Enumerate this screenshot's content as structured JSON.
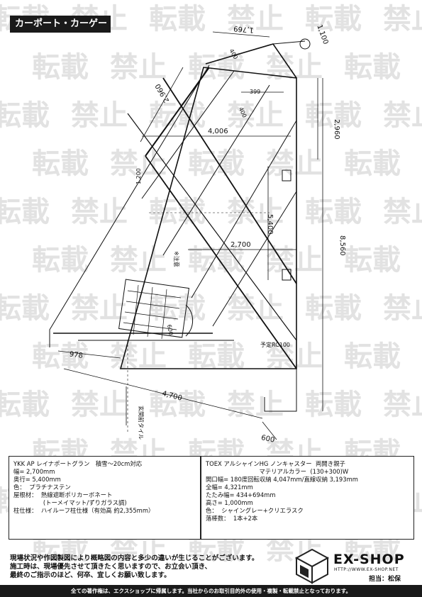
{
  "header": {
    "title": "カーポート・カーゲート"
  },
  "watermark": {
    "chars": [
      "転",
      "載",
      "禁",
      "止"
    ]
  },
  "plan": {
    "dims": {
      "d1769": "1,769",
      "d1100": "1,100",
      "d2960a": "2,960",
      "d399": "399",
      "d400": "400",
      "d4006": "4,006",
      "d2960b": "2,960",
      "d5400": "5,400",
      "d8560": "8,560",
      "d2700": "2,700",
      "d978": "978",
      "d4700": "4,700",
      "d600": "600",
      "d1200": "1,200",
      "d600b": "600",
      "d400b": "400"
    },
    "notes": {
      "caution": "※注意",
      "rc": "予定RC100",
      "entrance": "玄関前タイル"
    }
  },
  "spec_left": {
    "lines": [
      "YKK AP レイナポートグラン　積雪〜20cm対応",
      "幅= 2,700mm",
      "奥行= 5,400mm",
      "色：  プラチナステン",
      "屋根材：  熱線遮断ポリカーボネート",
      "　　　　　(トーメイマット/ずりガラス調)",
      "柱仕様：  ハイルーフ柱仕様（有効高 約2,355mm）"
    ]
  },
  "spec_right": {
    "lines": [
      "TOEX アルシャインHG ノンキャスター  両開き親子",
      "　　　　　　　　　マテリアルカラー  (130+300)W",
      "開口幅= 180度回転収納 4,047mm/直線収納 3,193mm",
      "全幅= 4,321mm",
      "たたみ幅= 434+694mm",
      "高さ= 1,000mm",
      "色：  シャイングレー+クリエラスク",
      "落棒数：  1本+2本"
    ]
  },
  "footer": {
    "note1": "現場状況や作図製図により概略図の内容と多少の違いが生じることがございます。",
    "note2": "施工時は、現場優先させて頂きたく思いますので、お立会い頂き、",
    "note3": "最終のご指示のほど、何卒、宜しくお願い致します。",
    "brand": "EX-SHOP",
    "url": "HTTP://WWW.EX-SHOP.NET",
    "tanto": "担当：松保",
    "copyright": "全ての著作権は、エクスショップに帰属します。当社からのお取引目的外の使用・複製・転載禁止となっております。"
  }
}
